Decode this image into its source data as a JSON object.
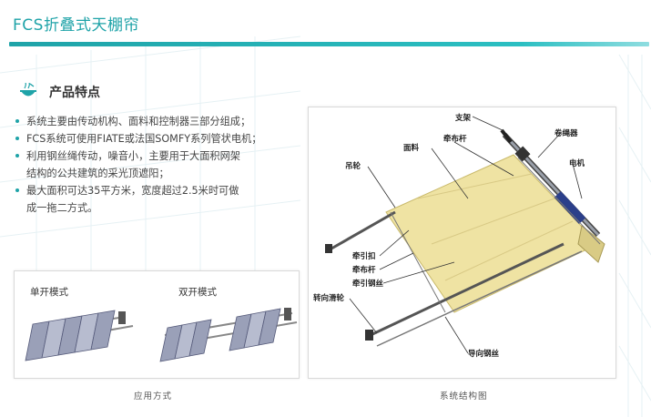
{
  "header": {
    "title": "FCS折叠式天棚帘"
  },
  "features": {
    "heading": "产品特点",
    "items": [
      "系统主要由传动机构、面料和控制器三部分组成；",
      "FCS系统可使用FIATE或法国SOMFY系列管状电机；",
      "利用钢丝绳传动，噪音小，主要用于大面积网架",
      "结构的公共建筑的采光顶遮阳；",
      "最大面积可达35平方米，宽度超过2.5米时可做",
      "成一拖二方式。"
    ]
  },
  "application": {
    "single_mode": "单开模式",
    "double_mode": "双开模式",
    "caption": "应用方式"
  },
  "system": {
    "caption": "系统结构图",
    "labels": {
      "bracket": "支架",
      "fabric": "面料",
      "pull_rod_top": "牵布杆",
      "reel": "卷绳器",
      "motor": "电机",
      "pulley": "吊轮",
      "pull_buckle": "牵引扣",
      "pull_rod": "牵布杆",
      "pull_wire": "牵引钢丝",
      "turn_pulley": "转向滑轮",
      "guide_wire": "导向钢丝"
    }
  },
  "colors": {
    "accent": "#1fa3a8",
    "fabric": "#efe3a3",
    "motor": "#2b3f8a"
  }
}
